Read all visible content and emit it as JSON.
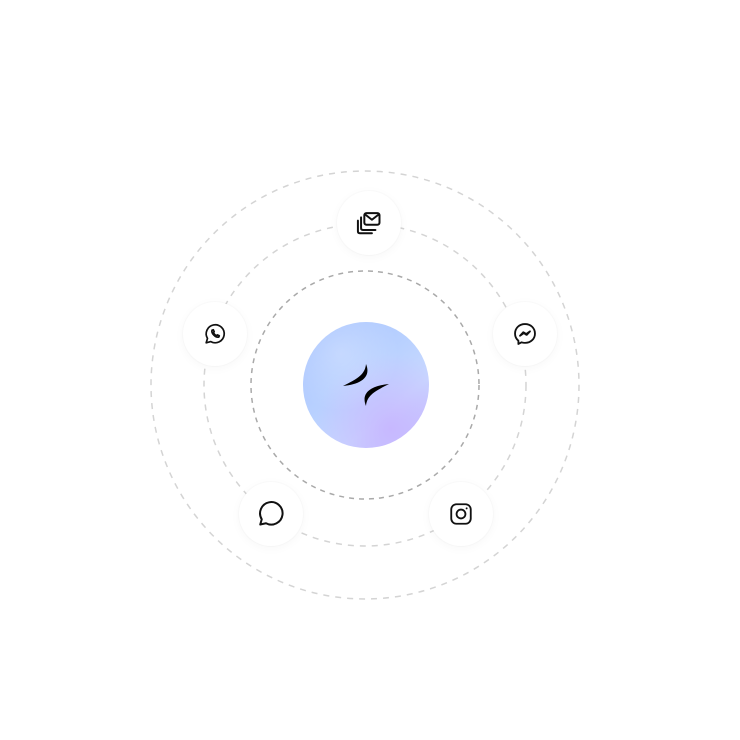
{
  "diagram": {
    "hub": {
      "icon": "brand-logo-icon",
      "gradient": [
        "#a8c4ff",
        "#c9d9ff",
        "#c6bcff"
      ]
    },
    "channels": [
      {
        "id": "email",
        "icon": "email-stack-icon"
      },
      {
        "id": "whatsapp",
        "icon": "whatsapp-icon"
      },
      {
        "id": "messenger",
        "icon": "messenger-icon"
      },
      {
        "id": "chat",
        "icon": "chat-bubble-icon"
      },
      {
        "id": "instagram",
        "icon": "instagram-icon"
      }
    ],
    "colors": {
      "ring_outer": "#d4d4d4",
      "ring_middle": "#d4d4d4",
      "ring_inner": "#a9a9a9",
      "icon_stroke": "#111111"
    }
  }
}
